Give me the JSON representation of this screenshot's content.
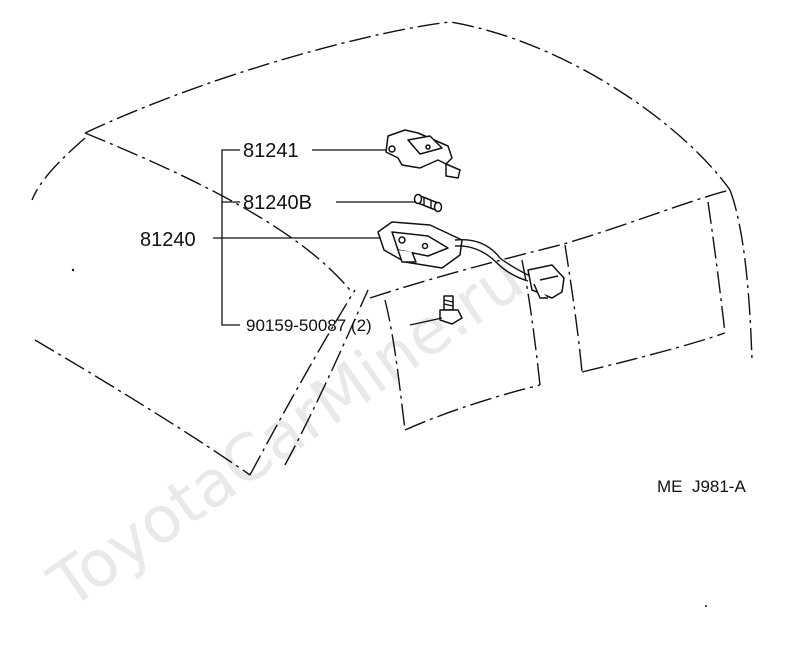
{
  "watermark": "ToyotaCarMine.ru",
  "parts": {
    "bracket": "81241",
    "bulb": "81240B",
    "lamp_assy": "81240",
    "screw": "90159-50087 (2)"
  },
  "diagram_code": "ME  J981-A"
}
